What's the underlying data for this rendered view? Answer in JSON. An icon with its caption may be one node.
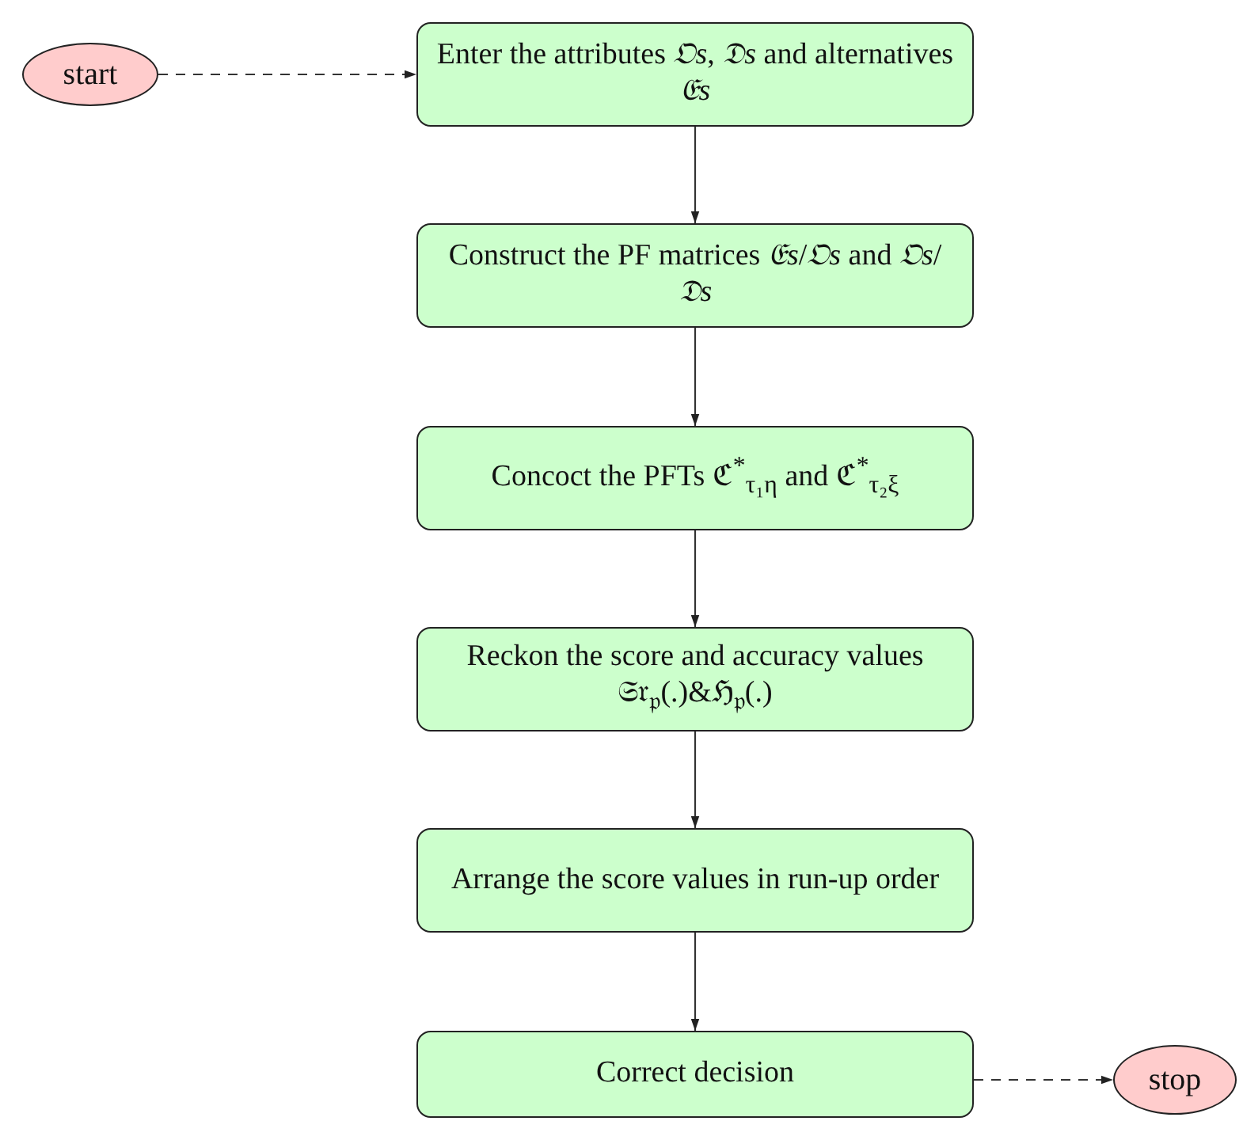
{
  "diagram": {
    "nodes": [
      {
        "text": [
          "start"
        ]
      },
      {
        "text": [
          "Enter the attributes *𝔒s*, *𝔇s* and alternatives *𝔈s*"
        ]
      },
      {
        "text": [
          "Construct the PF matrices *𝔈s*/*𝔒s* and *𝔒s*/*𝔇s*"
        ]
      },
      {
        "text": [
          "Concoct the PFTs ℭ$^{*}$$_{τ₁η}$ and ℭ$^{*}$$_{τ₂ξ}$"
        ]
      },
      {
        "text": [
          "Reckon the score and accuracy values 𝔖𝔯$_{𝔭}$(.)&ℌ$_{𝔭}$(.)"
        ]
      },
      {
        "text": [
          "Arrange the score values in run-up order"
        ]
      },
      {
        "text": [
          "Correct decision"
        ]
      },
      {
        "text": [
          "stop"
        ]
      }
    ],
    "edges": [
      {
        "from": 0,
        "to": 1,
        "arrow": "to",
        "style": "dashed"
      },
      {
        "from": 1,
        "to": 2,
        "arrow": "to"
      },
      {
        "from": 2,
        "to": 3,
        "arrow": "to"
      },
      {
        "from": 3,
        "to": 4,
        "arrow": "to"
      },
      {
        "from": 4,
        "to": 5,
        "arrow": "to"
      },
      {
        "from": 5,
        "to": 6,
        "arrow": "to"
      },
      {
        "from": 6,
        "to": 7,
        "arrow": "to",
        "style": "dashed"
      }
    ]
  }
}
